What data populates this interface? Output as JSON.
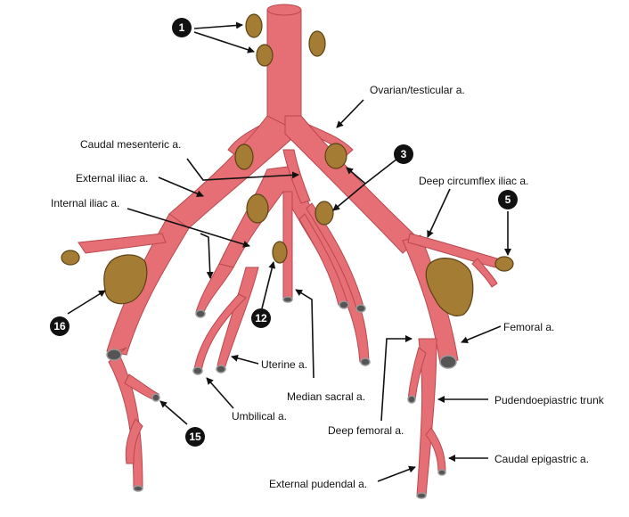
{
  "colors": {
    "artery": "#e56f75",
    "artery_dark": "#b9484f",
    "node": "#a57c34",
    "node_dark": "#5a4214",
    "badge": "#111111"
  },
  "labels": {
    "ovarian": "Ovarian/testicular a.",
    "caudal_mesenteric": "Caudal mesenteric a.",
    "external_iliac": "External iliac a.",
    "internal_iliac": "Internal iliac a.",
    "deep_circumflex_iliac": "Deep circumflex iliac a.",
    "femoral": "Femoral a.",
    "pudendoepigastric": "Pudendoepiastric trunk",
    "caudal_epigastric": "Caudal epigastric a.",
    "external_pudendal": "External pudendal a.",
    "deep_femoral": "Deep femoral a.",
    "median_sacral": "Median sacral a.",
    "uterine": "Uterine a.",
    "umbilical": "Umbilical a."
  },
  "badges": {
    "b1": "1",
    "b3": "3",
    "b5": "5",
    "b12": "12",
    "b15": "15",
    "b16": "16"
  }
}
